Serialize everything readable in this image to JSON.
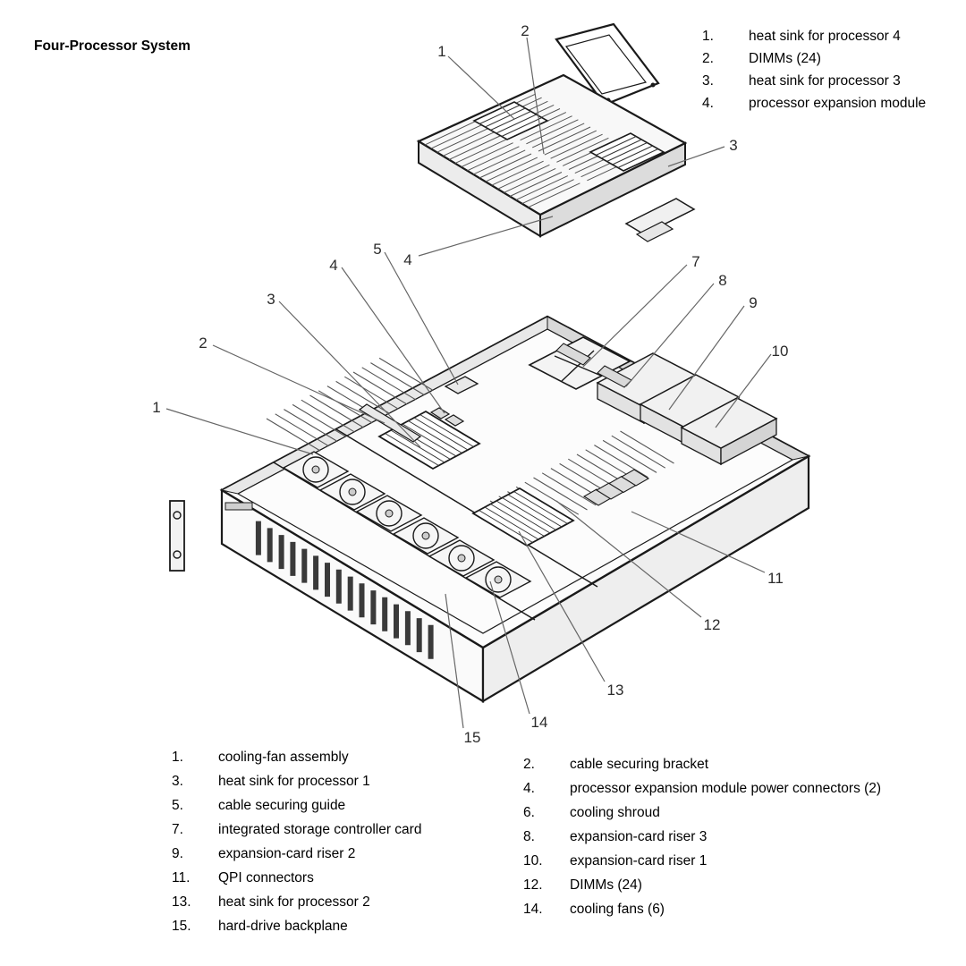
{
  "title": "Four-Processor System",
  "top_legend": [
    {
      "num": "1.",
      "label": "heat sink for processor 4"
    },
    {
      "num": "2.",
      "label": "DIMMs (24)"
    },
    {
      "num": "3.",
      "label": "heat sink for processor 3"
    },
    {
      "num": "4.",
      "label": "processor expansion module"
    }
  ],
  "bottom_legend_left": [
    {
      "num": "1.",
      "label": "cooling-fan assembly"
    },
    {
      "num": "3.",
      "label": "heat sink for processor 1"
    },
    {
      "num": "5.",
      "label": "cable securing guide"
    },
    {
      "num": "7.",
      "label": "integrated storage controller card"
    },
    {
      "num": "9.",
      "label": "expansion-card riser 2"
    },
    {
      "num": "11.",
      "label": "QPI connectors"
    },
    {
      "num": "13.",
      "label": "heat sink for processor 2"
    },
    {
      "num": "15.",
      "label": "hard-drive backplane"
    }
  ],
  "bottom_legend_right": [
    {
      "num": "2.",
      "label": "cable securing bracket"
    },
    {
      "num": "4.",
      "label": "processor expansion module power connectors (2)"
    },
    {
      "num": "6.",
      "label": "cooling shroud"
    },
    {
      "num": "8.",
      "label": "expansion-card riser 3"
    },
    {
      "num": "10.",
      "label": "expansion-card riser 1"
    },
    {
      "num": "12.",
      "label": "DIMMs (24)"
    },
    {
      "num": "14.",
      "label": "cooling fans (6)"
    }
  ],
  "callouts": {
    "module": [
      "1",
      "2",
      "3",
      "4"
    ],
    "chassis": [
      "1",
      "2",
      "3",
      "4",
      "5",
      "7",
      "8",
      "9",
      "10",
      "11",
      "12",
      "13",
      "14",
      "15"
    ]
  },
  "colors": {
    "line": "#1a1a1a",
    "leader": "#666666",
    "text": "#000000"
  }
}
